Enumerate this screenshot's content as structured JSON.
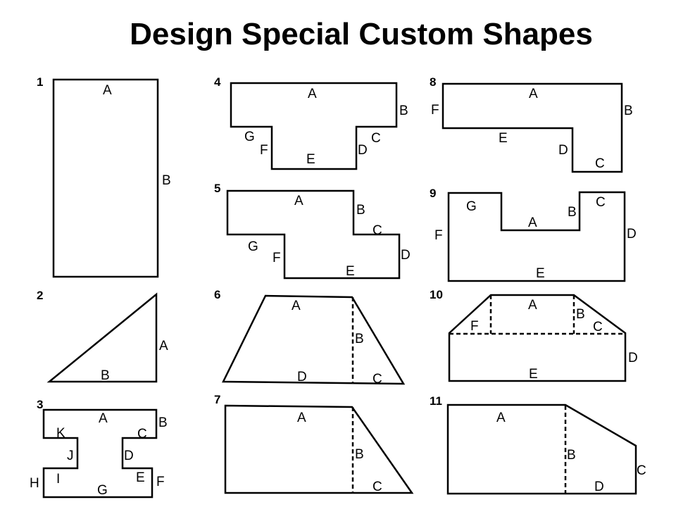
{
  "title": "Design Special Custom Shapes",
  "shapes": [
    {
      "number": "1",
      "labels": [
        "A",
        "B"
      ]
    },
    {
      "number": "2",
      "labels": [
        "A",
        "B"
      ]
    },
    {
      "number": "3",
      "labels": [
        "A",
        "B",
        "C",
        "D",
        "E",
        "F",
        "G",
        "H",
        "I",
        "J",
        "K"
      ]
    },
    {
      "number": "4",
      "labels": [
        "A",
        "B",
        "C",
        "D",
        "E",
        "F",
        "G"
      ]
    },
    {
      "number": "5",
      "labels": [
        "A",
        "B",
        "C",
        "D",
        "E",
        "F",
        "G"
      ]
    },
    {
      "number": "6",
      "labels": [
        "A",
        "B",
        "C",
        "D"
      ]
    },
    {
      "number": "7",
      "labels": [
        "A",
        "B",
        "C"
      ]
    },
    {
      "number": "8",
      "labels": [
        "A",
        "B",
        "C",
        "D",
        "E",
        "F"
      ]
    },
    {
      "number": "9",
      "labels": [
        "A",
        "B",
        "C",
        "D",
        "E",
        "F",
        "G"
      ]
    },
    {
      "number": "10",
      "labels": [
        "A",
        "B",
        "C",
        "D",
        "E",
        "F"
      ]
    },
    {
      "number": "11",
      "labels": [
        "A",
        "B",
        "C",
        "D"
      ]
    }
  ]
}
